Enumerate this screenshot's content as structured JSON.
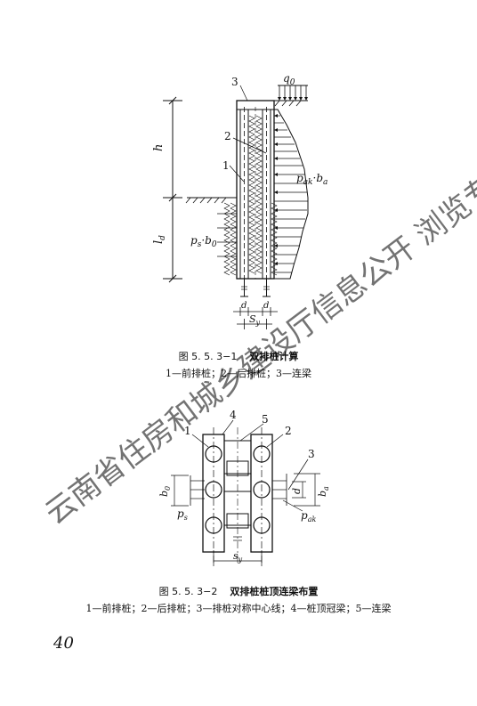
{
  "figure1": {
    "labels": {
      "q0": "q",
      "q0_sub": "0",
      "h": "h",
      "ld": "l",
      "ld_sub": "d",
      "pak": "p",
      "pak_sub": "ak",
      "pak_tail": "·b",
      "pak_tail_sub": "a",
      "ps": "p",
      "ps_sub": "s",
      "ps_tail": "·b",
      "ps_tail_sub": "0",
      "n1": "1",
      "n2": "2",
      "n3": "3",
      "d1": "d",
      "d2": "d",
      "sy": "S",
      "sy_sub": "y"
    },
    "caption_num": "图 5. 5. 3−1",
    "caption_title": "双排桩计算",
    "legend": "1—前排桩；2—后排桩；3—连梁"
  },
  "figure2": {
    "labels": {
      "n1": "1",
      "n2": "2",
      "n3": "3",
      "n4": "4",
      "n5": "5",
      "b0": "b",
      "b0_sub": "0",
      "ba": "b",
      "ba_sub": "a",
      "d": "d",
      "ps": "p",
      "ps_sub": "s",
      "pak": "p",
      "pak_sub": "ak",
      "sy": "s",
      "sy_sub": "y"
    },
    "caption_num": "图 5. 5. 3−2",
    "caption_title": "双排桩桩顶连梁布置",
    "legend": "1—前排桩；2—后排桩；3—排桩对称中心线；4—桩顶冠梁；5—连梁"
  },
  "page_number": "40",
  "watermark": "云南省住房和城乡建设厅信息公开 浏览专用"
}
